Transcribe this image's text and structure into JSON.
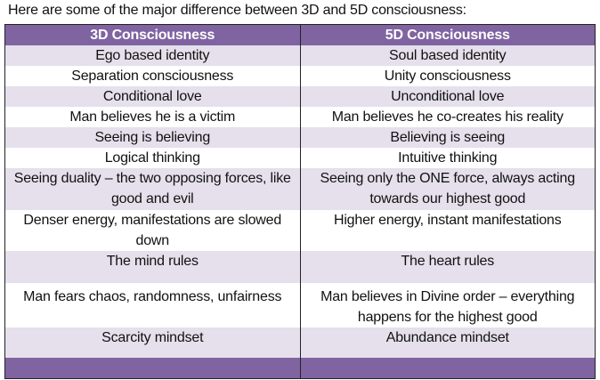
{
  "intro": "Here are some of the major difference between 3D and 5D consciousness:",
  "table": {
    "headers": [
      "3D Consciousness",
      "5D Consciousness"
    ],
    "rows": [
      [
        "Ego based identity",
        "Soul based identity"
      ],
      [
        "Separation consciousness",
        "Unity consciousness"
      ],
      [
        "Conditional love",
        "Unconditional love"
      ],
      [
        "Man believes he is a victim",
        "Man believes he co-creates his reality"
      ],
      [
        "Seeing is believing",
        "Believing is seeing"
      ],
      [
        "Logical thinking",
        "Intuitive thinking"
      ],
      [
        "Seeing duality – the two opposing forces, like good and evil",
        "Seeing only the ONE force, always acting towards our highest good"
      ],
      [
        "Denser energy, manifestations are slowed down",
        "Higher energy, instant manifestations"
      ],
      [
        "The mind rules",
        "The heart rules"
      ],
      [
        "Man fears chaos, randomness, unfairness",
        "Man believes in Divine order – everything happens for the highest good"
      ],
      [
        "Scarcity mindset",
        "Abundance mindset"
      ]
    ]
  },
  "colors": {
    "header": "#8064a2",
    "alt_row": "#e5e0ec"
  }
}
